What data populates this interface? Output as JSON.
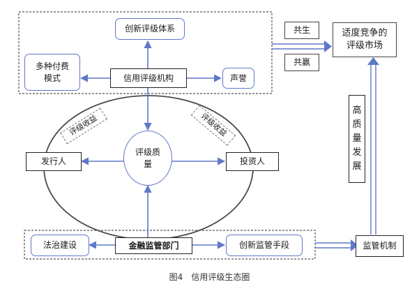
{
  "diagram": {
    "nodes": {
      "innovation_system": "创新评级体系",
      "multi_payment": "多种付费模式",
      "rating_agency": "信用评级机构",
      "reputation": "声誉",
      "issuer": "发行人",
      "rating_quality": "评级质量",
      "investor": "投资人",
      "rule_of_law": "法治建设",
      "financial_regulator": "金融监管部门",
      "innovative_supervision": "创新监管手段",
      "symbiosis": "共生",
      "win_win": "共赢",
      "competitive_market": "适度竞争的评级市场",
      "high_quality_dev": "高质量发展",
      "regulatory_mechanism": "监管机制"
    },
    "labels": {
      "rating_revenue_left": "评级收益",
      "rating_revenue_right": "评级收益"
    },
    "caption": {
      "figure_number": "图4",
      "title": "信用评级生态圈"
    },
    "colors": {
      "arrow": "#5f78c8",
      "ellipse": "#4a4a4a",
      "rounded_border": "#5f78c8",
      "dark_border": "#222222"
    }
  }
}
